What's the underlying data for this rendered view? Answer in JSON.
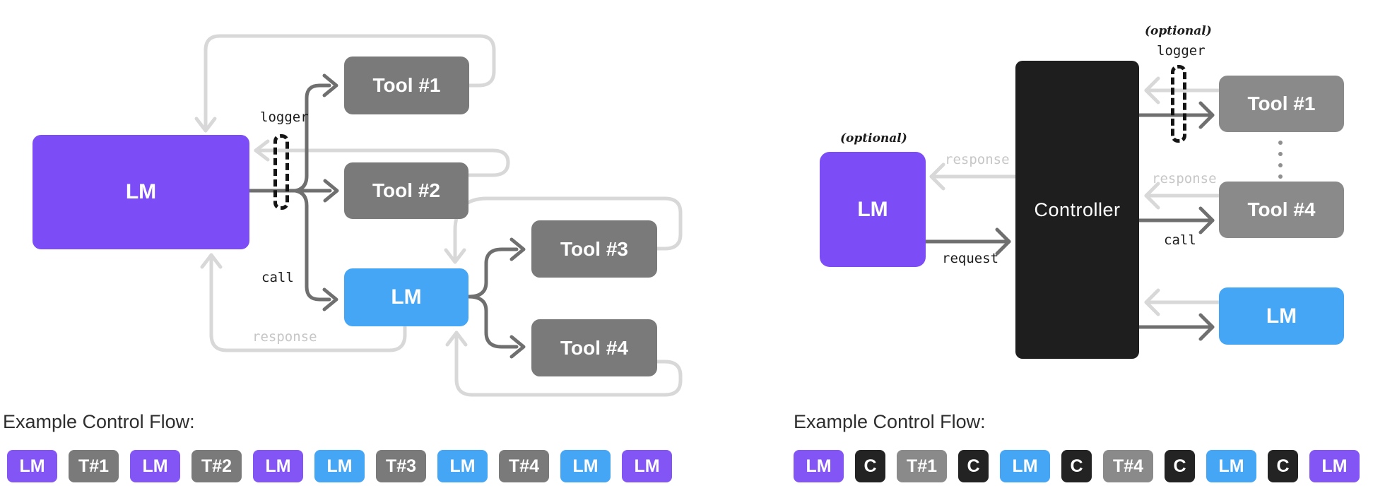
{
  "colors": {
    "lm_purple": "#7c4df6",
    "lm_blue": "#45a6f6",
    "tool_gray": "#7a7a7a",
    "tool_gray_right": "#8a8a8a",
    "controller_black": "#1e1e1e",
    "arrow_dark": "#6f6f6f",
    "arrow_light": "#d8d8d8",
    "label_light_gray": "#c6c6c6",
    "badge_black": "#232323"
  },
  "left": {
    "boxes": {
      "lm_main": "LM",
      "tool1": "Tool #1",
      "tool2": "Tool #2",
      "lm_sub": "LM",
      "tool3": "Tool #3",
      "tool4": "Tool #4"
    },
    "labels": {
      "logger": "logger",
      "call": "call",
      "response": "response"
    },
    "flow_title": "Example Control Flow:",
    "flow": [
      {
        "label": "LM",
        "type": "purple"
      },
      {
        "label": "T#1",
        "type": "gray"
      },
      {
        "label": "LM",
        "type": "purple"
      },
      {
        "label": "T#2",
        "type": "gray"
      },
      {
        "label": "LM",
        "type": "purple"
      },
      {
        "label": "LM",
        "type": "blue"
      },
      {
        "label": "T#3",
        "type": "gray"
      },
      {
        "label": "LM",
        "type": "blue"
      },
      {
        "label": "T#4",
        "type": "gray"
      },
      {
        "label": "LM",
        "type": "blue"
      },
      {
        "label": "LM",
        "type": "purple"
      }
    ]
  },
  "right": {
    "boxes": {
      "lm_main": "LM",
      "controller": "Controller",
      "tool1": "Tool #1",
      "tool4": "Tool #4",
      "lm_sub": "LM"
    },
    "labels": {
      "optional_lm": "(optional)",
      "optional_logger": "(optional)",
      "logger": "logger",
      "response_lm": "response",
      "request": "request",
      "response_tool": "response",
      "call": "call"
    },
    "flow_title": "Example Control Flow:",
    "flow": [
      {
        "label": "LM",
        "type": "purple"
      },
      {
        "label": "C",
        "type": "black"
      },
      {
        "label": "T#1",
        "type": "gray"
      },
      {
        "label": "C",
        "type": "black"
      },
      {
        "label": "LM",
        "type": "blue"
      },
      {
        "label": "C",
        "type": "black"
      },
      {
        "label": "T#4",
        "type": "gray"
      },
      {
        "label": "C",
        "type": "black"
      },
      {
        "label": "LM",
        "type": "blue"
      },
      {
        "label": "C",
        "type": "black"
      },
      {
        "label": "LM",
        "type": "purple"
      }
    ]
  }
}
